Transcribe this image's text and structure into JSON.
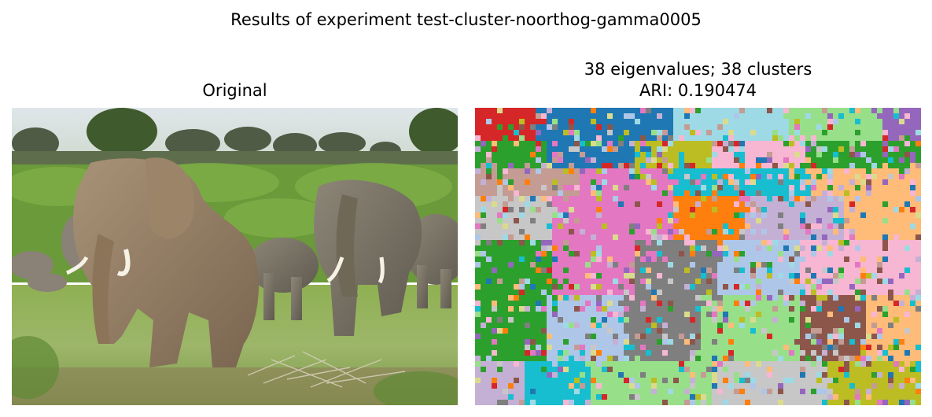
{
  "figure": {
    "title": "Results of experiment test-cluster-noorthog-gamma0005"
  },
  "panels": {
    "original": {
      "title": "Original",
      "content": "photo"
    },
    "segmentation": {
      "title_line1": "38 eigenvalues; 38 clusters",
      "title_line2": "ARI: 0.190474",
      "eigenvalues": 38,
      "clusters": 38,
      "ari": 0.190474,
      "palette": [
        "#d62728",
        "#1f77b4",
        "#aec7e8",
        "#ff7f0e",
        "#ffbb78",
        "#2ca02c",
        "#98df8a",
        "#9467bd",
        "#c5b0d5",
        "#8c564b",
        "#c49c94",
        "#e377c2",
        "#f7b6d2",
        "#7f7f7f",
        "#c7c7c7",
        "#bcbd22",
        "#dbdb8d",
        "#17becf",
        "#9edae5"
      ]
    }
  }
}
